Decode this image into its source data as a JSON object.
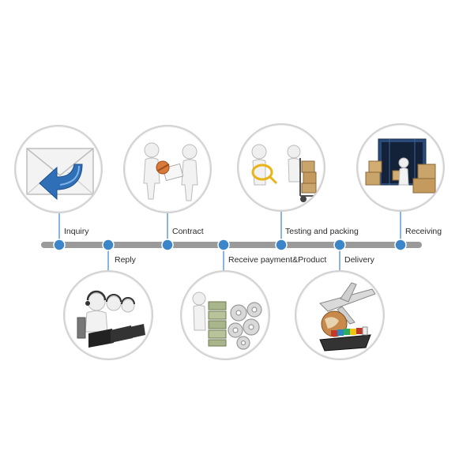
{
  "steps": [
    {
      "label": "Inquiry",
      "icon": "envelope-reply-icon"
    },
    {
      "label": "Reply",
      "icon": "call-center-icon"
    },
    {
      "label": "Contract",
      "icon": "handshake-contract-icon"
    },
    {
      "label": "Receive payment&Product",
      "icon": "money-gears-icon"
    },
    {
      "label": "Testing and packing",
      "icon": "magnifier-boxes-icon"
    },
    {
      "label": "Delivery",
      "icon": "globe-plane-ship-icon"
    },
    {
      "label": "Receiving",
      "icon": "container-boxes-icon"
    }
  ],
  "colors": {
    "track": "#9a9a9a",
    "node": "#3a86c8",
    "node_border": "#ffffff",
    "connector": "#3a86c8",
    "circle_border": "#d2d2d2",
    "envelope_arrow": "#2f6fb8",
    "box": "#c9a46b"
  }
}
